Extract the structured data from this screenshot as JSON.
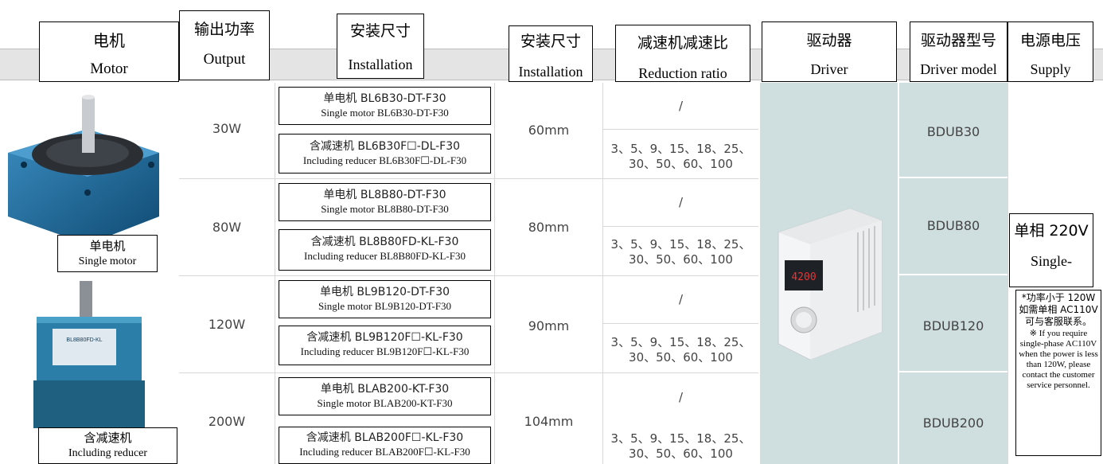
{
  "headers": {
    "motor": {
      "zh": "电机",
      "en": "Motor"
    },
    "output": {
      "zh": "输出功率",
      "en": "Output"
    },
    "install_model": {
      "zh": "安装尺寸",
      "en": "Installation"
    },
    "install_size": {
      "zh": "安装尺寸",
      "en": "Installation"
    },
    "ratio": {
      "zh": "减速机减速比",
      "en": "Reduction ratio"
    },
    "driver": {
      "zh": "驱动器",
      "en": "Driver"
    },
    "driver_model": {
      "zh": "驱动器型号",
      "en": "Driver model"
    },
    "supply": {
      "zh": "电源电压",
      "en": "Supply"
    }
  },
  "rows": [
    {
      "power": "30W",
      "size": "60mm",
      "driver_model": "BDUB30",
      "single": {
        "zh": "单电机 BL6B30-DT-F30",
        "en": "Single motor BL6B30-DT-F30"
      },
      "reducer": {
        "zh": "含减速机 BL6B30F☐-DL-F30",
        "en": "Including reducer BL6B30F☐-DL-F30"
      },
      "ratio_single": "/",
      "ratio_reducer": [
        "3、5、9、15、18、25、",
        "30、50、60、100"
      ]
    },
    {
      "power": "80W",
      "size": "80mm",
      "driver_model": "BDUB80",
      "single": {
        "zh": "单电机 BL8B80-DT-F30",
        "en": "Single motor BL8B80-DT-F30"
      },
      "reducer": {
        "zh": "含减速机 BL8B80FD-KL-F30",
        "en": "Including reducer BL8B80FD-KL-F30"
      },
      "ratio_single": "/",
      "ratio_reducer": [
        "3、5、9、15、18、25、",
        "30、50、60、100"
      ]
    },
    {
      "power": "120W",
      "size": "90mm",
      "driver_model": "BDUB120",
      "single": {
        "zh": "单电机 BL9B120-DT-F30",
        "en": "Single motor BL9B120-DT-F30"
      },
      "reducer": {
        "zh": "含减速机 BL9B120F☐-KL-F30",
        "en": "Including reducer BL9B120F☐-KL-F30"
      },
      "ratio_single": "/",
      "ratio_reducer": [
        "3、5、9、15、18、25、",
        "30、50、60、100"
      ]
    },
    {
      "power": "200W",
      "size": "104mm",
      "driver_model": "BDUB200",
      "single": {
        "zh": "单电机 BLAB200-KT-F30",
        "en": "Single motor BLAB200-KT-F30"
      },
      "reducer": {
        "zh": "含减速机 BLAB200F☐-KL-F30",
        "en": "Including reducer BLAB200F☐-KL-F30"
      },
      "ratio_single": "/",
      "ratio_reducer": [
        "3、5、9、15、18、25、",
        "30、50、60、100"
      ]
    }
  ],
  "motor_labels": {
    "single": {
      "zh": "单电机",
      "en": "Single motor"
    },
    "reducer": {
      "zh": "含减速机",
      "en": "Including reducer"
    }
  },
  "motor_plate_text": "BL8B80FD-KL",
  "driver_display": "4200",
  "supply": {
    "main": "单相 220V",
    "sub": "Single-",
    "note_zh": [
      "*功率小于 120W",
      "如需单相 AC110V",
      "可与客服联系。"
    ],
    "note_en": "※ If you require single-phase AC110V when the power is less than 120W, please contact the customer service personnel."
  },
  "colors": {
    "teal": "#cfdfdf",
    "header_bar": "#e4e4e4",
    "motor_blue": "#1f6f9e"
  }
}
